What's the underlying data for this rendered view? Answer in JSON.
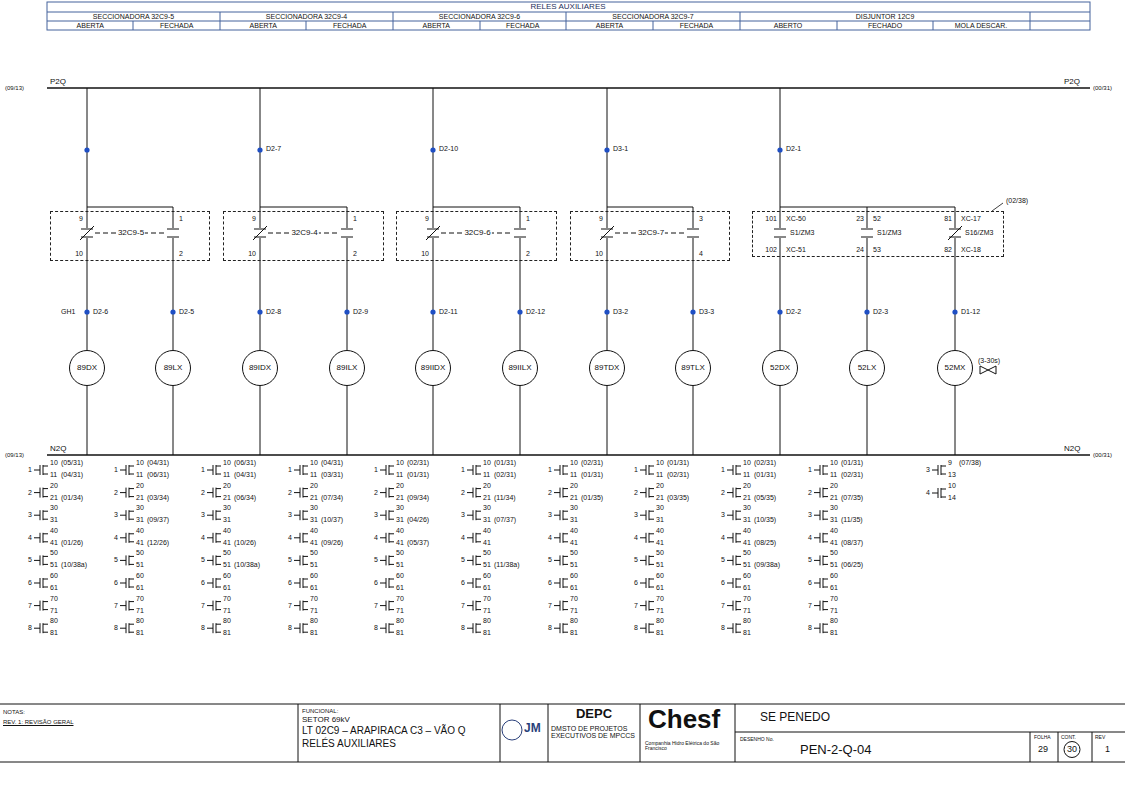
{
  "diagram": {
    "nodes": [
      {
        "text": [
          "32C9-5",
          "9",
          "10",
          "1",
          "2"
        ]
      },
      {
        "text": [
          "32C9-4",
          "9",
          "10",
          "1",
          "2"
        ]
      },
      {
        "text": [
          "32C9-6",
          "9",
          "10",
          "1",
          "2"
        ]
      },
      {
        "text": [
          "32C9-7",
          "9",
          "10",
          "3",
          "4"
        ]
      },
      {
        "text": [
          "S1/ZM3",
          "XC-50",
          "101",
          "102",
          "XC-51",
          "S1/ZM3",
          "52",
          "23",
          "24",
          "53",
          "S16/ZM3",
          "XC-17",
          "81",
          "82",
          "XC-18"
        ]
      },
      {
        "text": [
          "89DX"
        ]
      },
      {
        "text": [
          "89LX"
        ]
      },
      {
        "text": [
          "89IDX"
        ]
      },
      {
        "text": [
          "89ILX"
        ]
      },
      {
        "text": [
          "89IIDX"
        ]
      },
      {
        "text": [
          "89IILX"
        ]
      },
      {
        "text": [
          "89TDX"
        ]
      },
      {
        "text": [
          "89TLX"
        ]
      },
      {
        "text": [
          "52DX"
        ]
      },
      {
        "text": [
          "52LX"
        ]
      },
      {
        "text": [
          "52MX",
          "(3-30s)"
        ]
      }
    ],
    "edges": [
      {
        "from": 0,
        "to": 5,
        "arrow": "none",
        "label": "D2-6"
      },
      {
        "from": 0,
        "to": 6,
        "arrow": "none",
        "label": "D2-5"
      },
      {
        "from": 1,
        "to": 7,
        "arrow": "none",
        "label": "D2-8"
      },
      {
        "from": 1,
        "to": 8,
        "arrow": "none",
        "label": "D2-9"
      },
      {
        "from": 2,
        "to": 9,
        "arrow": "none",
        "label": "D2-11"
      },
      {
        "from": 2,
        "to": 10,
        "arrow": "none",
        "label": "D2-12"
      },
      {
        "from": 3,
        "to": 11,
        "arrow": "none",
        "label": "D3-2"
      },
      {
        "from": 3,
        "to": 12,
        "arrow": "none",
        "label": "D3-3"
      },
      {
        "from": 4,
        "to": 13,
        "arrow": "none",
        "label": "D2-2"
      },
      {
        "from": 4,
        "to": 14,
        "arrow": "none",
        "label": "D2-3"
      },
      {
        "from": 4,
        "to": 15,
        "arrow": "none",
        "label": "D1-12"
      }
    ],
    "labels": [
      "RELES AUXILIARES",
      "SECCIONADORA 32C9-5",
      "ABERTA",
      "FECHADA",
      "SECCIONADORA 32C9-4",
      "ABERTA",
      "FECHADA",
      "SECCIONADORA 32C9-6",
      "ABERTA",
      "FECHADA",
      "SECCIONADORA 32C9-7",
      "ABERTA",
      "FECHADA",
      "DISJUNTOR 12C9",
      "ABERTO",
      "FECHADO",
      "MOLA DESCAR.",
      "(09/13)",
      "P2Q",
      "P2Q",
      "(00/31)",
      "(09/13)",
      "N2Q",
      "N2Q",
      "(00/31)",
      "D2-7",
      "D2-10",
      "D3-1",
      "D2-1",
      "(02/38)",
      "GH1",
      "1",
      "10",
      "11",
      "(05/31)",
      "(04/31)",
      "2",
      "20",
      "21",
      "(01/34)",
      "3",
      "30",
      "31",
      "4",
      "40",
      "41",
      "(01/26)",
      "5",
      "50",
      "51",
      "(10/38a)",
      "6",
      "60",
      "61",
      "7",
      "70",
      "71",
      "8",
      "80",
      "81",
      "1",
      "10",
      "11",
      "(04/31)",
      "(06/31)",
      "2",
      "20",
      "21",
      "(03/34)",
      "3",
      "30",
      "31",
      "(09/37)",
      "4",
      "40",
      "41",
      "(12/26)",
      "5",
      "50",
      "51",
      "6",
      "60",
      "61",
      "7",
      "70",
      "71",
      "8",
      "80",
      "81",
      "1",
      "10",
      "11",
      "(06/31)",
      "(04/31)",
      "2",
      "20",
      "21",
      "(06/34)",
      "3",
      "30",
      "31",
      "4",
      "40",
      "41",
      "(10/26)",
      "5",
      "50",
      "51",
      "(10/38a)",
      "6",
      "60",
      "61",
      "7",
      "70",
      "71",
      "8",
      "80",
      "81",
      "1",
      "10",
      "11",
      "(04/31)",
      "(03/31)",
      "2",
      "20",
      "21",
      "(07/34)",
      "3",
      "30",
      "31",
      "(10/37)",
      "4",
      "40",
      "41",
      "(09/26)",
      "5",
      "50",
      "51",
      "6",
      "60",
      "61",
      "7",
      "70",
      "71",
      "8",
      "80",
      "81",
      "1",
      "10",
      "11",
      "(02/31)",
      "(01/31)",
      "2",
      "20",
      "21",
      "(09/34)",
      "3",
      "30",
      "31",
      "(04/26)",
      "4",
      "40",
      "41",
      "(05/37)",
      "5",
      "50",
      "51",
      "6",
      "60",
      "61",
      "7",
      "70",
      "71",
      "8",
      "80",
      "81",
      "1",
      "10",
      "11",
      "(01/31)",
      "(02/31)",
      "2",
      "20",
      "21",
      "(11/34)",
      "3",
      "30",
      "31",
      "(07/37)",
      "4",
      "40",
      "41",
      "5",
      "50",
      "51",
      "(11/38a)",
      "6",
      "60",
      "61",
      "7",
      "70",
      "71",
      "8",
      "80",
      "81",
      "1",
      "10",
      "11",
      "(02/31)",
      "(01/31)",
      "2",
      "20",
      "21",
      "(01/35)",
      "3",
      "30",
      "31",
      "4",
      "40",
      "41",
      "5",
      "50",
      "51",
      "6",
      "60",
      "61",
      "7",
      "70",
      "71",
      "8",
      "80",
      "81",
      "1",
      "10",
      "11",
      "(01/31)",
      "(02/31)",
      "2",
      "20",
      "21",
      "(03/35)",
      "3",
      "30",
      "31",
      "4",
      "40",
      "41",
      "5",
      "50",
      "51",
      "6",
      "60",
      "61",
      "7",
      "70",
      "71",
      "8",
      "80",
      "81",
      "1",
      "10",
      "11",
      "(02/31)",
      "(01/31)",
      "2",
      "20",
      "21",
      "(05/35)",
      "3",
      "30",
      "31",
      "(10/35)",
      "4",
      "40",
      "41",
      "(08/25)",
      "5",
      "50",
      "51",
      "(09/38a)",
      "6",
      "60",
      "61",
      "7",
      "70",
      "71",
      "8",
      "80",
      "81",
      "1",
      "10",
      "11",
      "(01/31)",
      "(02/31)",
      "2",
      "20",
      "21",
      "(07/35)",
      "3",
      "30",
      "31",
      "(11/35)",
      "4",
      "40",
      "41",
      "(08/37)",
      "5",
      "50",
      "51",
      "(06/25)",
      "6",
      "60",
      "61",
      "7",
      "70",
      "71",
      "8",
      "80",
      "81",
      "3",
      "9",
      "13",
      "(07/38)",
      "4",
      "10",
      "14",
      "NOTAS:",
      "REV. 1: REVISÃO GERAL",
      "FUNCIONAL:",
      "SETOR 69kV",
      "LT 02C9 – ARAPIRACA C3 – VÃO Q",
      "RELÉS AUXILIARES",
      "JM",
      "DEPC",
      "DMSTO DE PROJETOS EXECUTIVOS DE MPCCS",
      "Chesf",
      "Companhia Hidro Elétrica do São Francisco",
      "SE PENEDO",
      "DESENHO No.",
      "PEN-2-Q-04",
      "FOLHA",
      "29",
      "CONT.",
      "30",
      "REV",
      "1"
    ]
  }
}
